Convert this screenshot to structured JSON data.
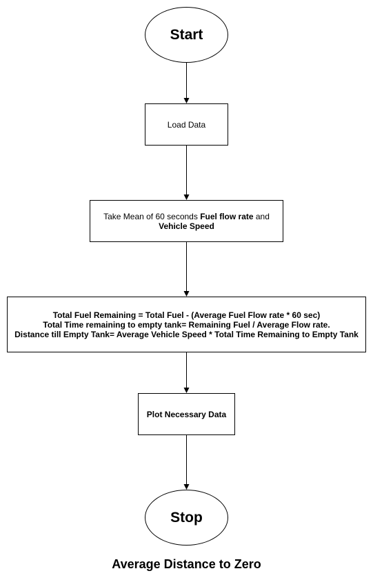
{
  "flowchart": {
    "start_label": "Start",
    "load_data": "Load Data",
    "mean_step": {
      "prefix": "Take Mean of 60 seconds ",
      "bold1": "Fuel flow rate",
      "mid": " and",
      "bold2": "Vehicle Speed"
    },
    "calc_step": {
      "line1": "Total Fuel Remaining = Total Fuel - (Average Fuel Flow rate * 60 sec)",
      "line2": "Total Time remaining to empty tank= Remaining Fuel / Average Flow rate.",
      "line3": "Distance till Empty Tank= Average Vehicle Speed * Total Time Remaining to Empty Tank"
    },
    "plot_step": "Plot Necessary Data",
    "stop_label": "Stop"
  },
  "caption": "Average Distance to Zero"
}
